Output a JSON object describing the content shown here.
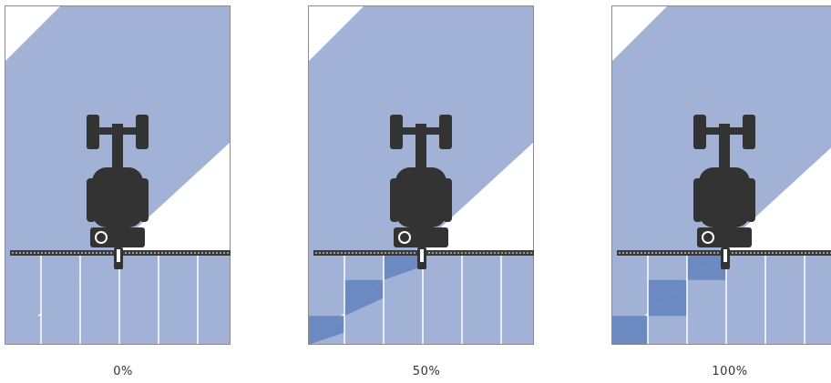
{
  "colors": {
    "field_blue": "#a1b2d6",
    "overlap_blue": "#6c8ac2",
    "tractor": "#333333",
    "boom": "#3a3a3a",
    "frame": "#8a8a8a"
  },
  "icon": "tractor-with-sprayer-boom",
  "panels": [
    {
      "caption": "0%",
      "overlap_fraction": 0.0
    },
    {
      "caption": "50%",
      "overlap_fraction": 0.5
    },
    {
      "caption": "100%",
      "overlap_fraction": 1.0
    }
  ]
}
